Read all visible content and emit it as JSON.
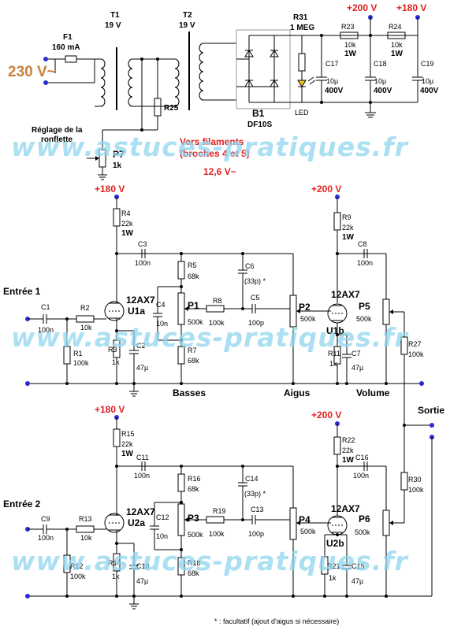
{
  "watermark": "www.astuces-pratiques.fr",
  "footnote": "* : facultatif (ajout d'aigus si nécessaire)",
  "power_supply": {
    "mains": "230 V~",
    "f1": {
      "name": "F1",
      "value": "160 mA"
    },
    "t1": {
      "name": "T1",
      "value": "19 V"
    },
    "t2": {
      "name": "T2",
      "value": "19 V"
    },
    "r25": "R25",
    "p7": {
      "name": "P7",
      "value": "1k"
    },
    "hum_label_1": "Réglage de la",
    "hum_label_2": "ronflette",
    "filaments_1": "Vers filaments",
    "filaments_2": "(broches 4 et 5)",
    "filaments_3": "12,6 V~",
    "bridge": {
      "name": "B1",
      "value": "DF10S"
    },
    "r31": {
      "name": "R31",
      "value": "1 MEG"
    },
    "led": "LED",
    "c17": {
      "name": "C17",
      "value1": "10µ",
      "value2": "400V"
    },
    "r23": {
      "name": "R23",
      "value1": "10k",
      "value2": "1W"
    },
    "c18": {
      "name": "C18",
      "value1": "10µ",
      "value2": "400V"
    },
    "r24": {
      "name": "R24",
      "value1": "10k",
      "value2": "1W"
    },
    "c19": {
      "name": "C19",
      "value1": "10µ",
      "value2": "400V"
    },
    "v200": "+200 V",
    "v180": "+180 V"
  },
  "channel1": {
    "supply_a": "+180 V",
    "supply_b": "+200 V",
    "input": "Entrée 1",
    "c1": {
      "name": "C1",
      "value": "100n"
    },
    "r2": {
      "name": "R2",
      "value": "10k"
    },
    "r1": {
      "name": "R1",
      "value": "100k"
    },
    "tube_a_type": "12AX7",
    "tube_a_name": "U1a",
    "r3": {
      "name": "R3",
      "value": "1k"
    },
    "c2": {
      "name": "C2",
      "value": "47µ"
    },
    "r4": {
      "name": "R4",
      "value1": "22k",
      "value2": "1W"
    },
    "c3": {
      "name": "C3",
      "value": "100n"
    },
    "r5": {
      "name": "R5",
      "value": "68k"
    },
    "c4": {
      "name": "C4",
      "value": "10n"
    },
    "p1": {
      "name": "P1",
      "value": "500k"
    },
    "r7": {
      "name": "R7",
      "value": "68k"
    },
    "c6": {
      "name": "C6",
      "value": "(33p) *"
    },
    "r8": {
      "name": "R8",
      "value": "100k"
    },
    "c5": {
      "name": "C5",
      "value": "100p"
    },
    "p2": {
      "name": "P2",
      "value": "500k"
    },
    "r9": {
      "name": "R9",
      "value1": "22k",
      "value2": "1W"
    },
    "c8": {
      "name": "C8",
      "value": "100n"
    },
    "tube_b_type": "12AX7",
    "tube_b_name": "U1b",
    "r11": {
      "name": "R11",
      "value": "1k"
    },
    "c7": {
      "name": "C7",
      "value": "47µ"
    },
    "p5": {
      "name": "P5",
      "value": "500k"
    },
    "r27": {
      "name": "R27",
      "value": "100k"
    },
    "bass": "Basses",
    "treble": "Aigus",
    "volume": "Volume"
  },
  "output": "Sortie",
  "channel2": {
    "supply_a": "+180 V",
    "supply_b": "+200 V",
    "input": "Entrée 2",
    "c9": {
      "name": "C9",
      "value": "100n"
    },
    "r13": {
      "name": "R13",
      "value": "10k"
    },
    "r12": {
      "name": "R12",
      "value": "100k"
    },
    "tube_a_type": "12AX7",
    "tube_a_name": "U2a",
    "r14": {
      "name": "R14",
      "value": "1k"
    },
    "c10": {
      "name": "C10",
      "value": "47µ"
    },
    "r15": {
      "name": "R15",
      "value1": "22k",
      "value2": "1W"
    },
    "c11": {
      "name": "C11",
      "value": "100n"
    },
    "r16": {
      "name": "R16",
      "value": "68k"
    },
    "c12": {
      "name": "C12",
      "value": "10n"
    },
    "p3": {
      "name": "P3",
      "value": "500k"
    },
    "r18": {
      "name": "R18",
      "value": "68k"
    },
    "c14": {
      "name": "C14",
      "value": "(33p) *"
    },
    "r19": {
      "name": "R19",
      "value": "100k"
    },
    "c13": {
      "name": "C13",
      "value": "100p"
    },
    "p4": {
      "name": "P4",
      "value": "500k"
    },
    "r22": {
      "name": "R22",
      "value1": "22k",
      "value2": "1W"
    },
    "c16": {
      "name": "C16",
      "value": "100n"
    },
    "tube_b_type": "12AX7",
    "tube_b_name": "U2b",
    "r21": {
      "name": "R21",
      "value": "1k"
    },
    "c15": {
      "name": "C15",
      "value": "47µ"
    },
    "p6": {
      "name": "P6",
      "value": "500k"
    },
    "r30": {
      "name": "R30",
      "value": "100k"
    }
  }
}
